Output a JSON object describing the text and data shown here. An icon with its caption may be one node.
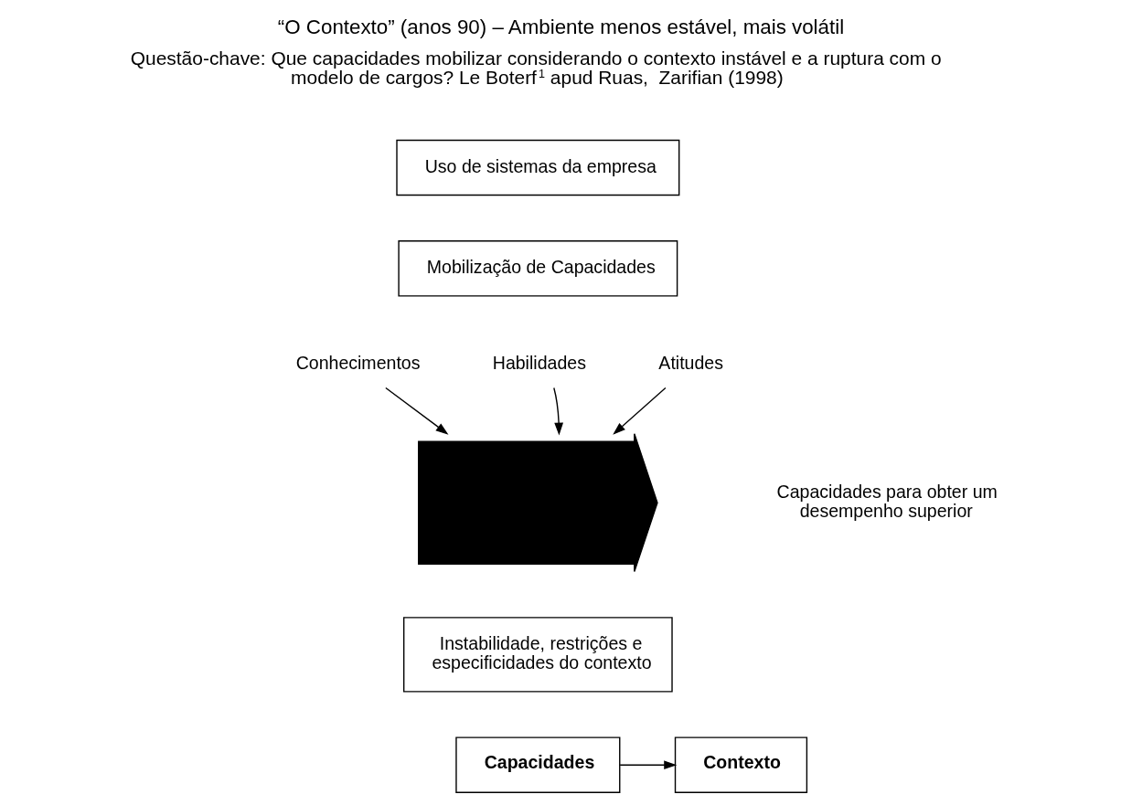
{
  "diagram": {
    "title": "“O Contexto” (anos 90) – Ambiente menos estável, mais volátil",
    "nodes": [
      {
        "text": [
          "Uso de sistemas da empresa"
        ]
      },
      {
        "text": [
          "Mobilização de Capacidades"
        ]
      },
      {
        "text": [
          "Conhecimentos"
        ]
      },
      {
        "text": [
          "Habilidades"
        ]
      },
      {
        "text": [
          "Atitudes"
        ]
      },
      {
        "text": [],
        "shape": "arrow"
      },
      {
        "text": [
          "Capacidades para obter um desempenho superior"
        ]
      },
      {
        "text": [
          "Instabilidade, restrições e especificidades do contexto"
        ]
      },
      {
        "text": [
          "Capacidades"
        ]
      },
      {
        "text": [
          "Contexto"
        ]
      }
    ],
    "edges": [
      {
        "from": 2,
        "to": 5,
        "arrow": "to"
      },
      {
        "from": 3,
        "to": 5,
        "arrow": "to"
      },
      {
        "from": 4,
        "to": 5,
        "arrow": "to"
      },
      {
        "from": 8,
        "to": 9,
        "arrow": "to"
      }
    ],
    "labels": [
      "Questão-chave: Que capacidades mobilizar considerando o contexto instável e a ruptura com o modelo de cargos? Le Boterf$^{1}$ apud Ruas,  Zarifian (1998)"
    ]
  }
}
